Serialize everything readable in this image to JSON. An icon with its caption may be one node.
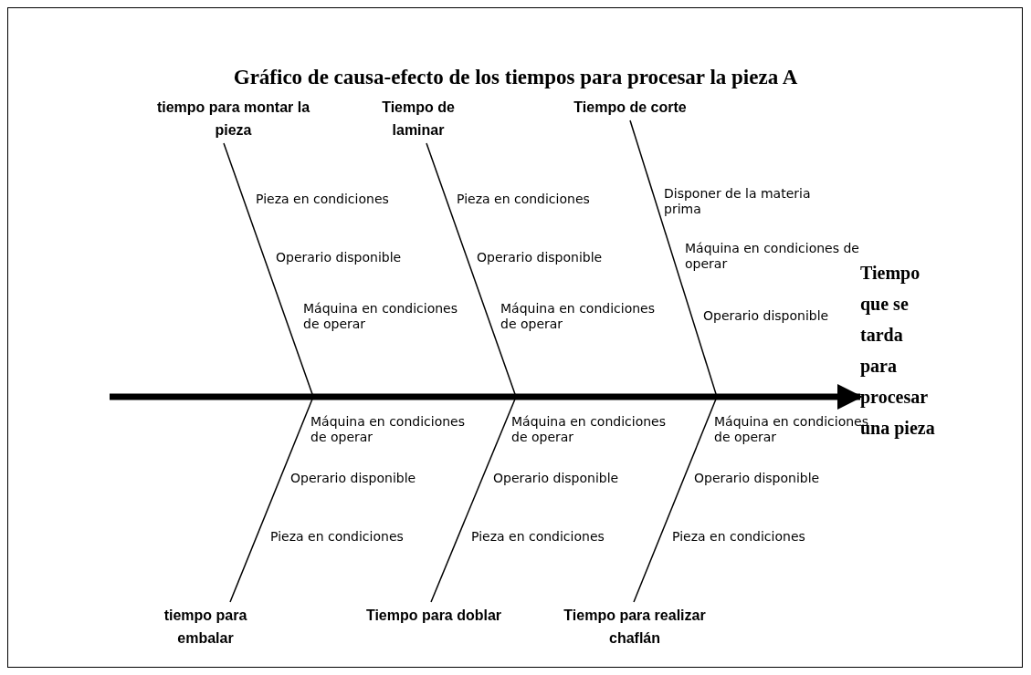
{
  "diagram": {
    "title": "Gráfico de causa-efecto de los tiempos para procesar la pieza A",
    "nodes": [
      {
        "text": [
          "tiempo para montar la pieza"
        ]
      },
      {
        "text": [
          "Tiempo de laminar"
        ]
      },
      {
        "text": [
          "Tiempo de corte"
        ]
      },
      {
        "text": [
          "Tiempo que se tarda para procesar una pieza"
        ]
      },
      {
        "text": [
          "tiempo para embalar"
        ]
      },
      {
        "text": [
          "Tiempo para doblar"
        ]
      },
      {
        "text": [
          "Tiempo para realizar chaflán"
        ]
      }
    ],
    "edges": [
      {
        "from": null,
        "to": 3,
        "arrow": "to",
        "style": "thick"
      },
      {
        "from": 0,
        "to": null,
        "arrow": "none"
      },
      {
        "from": 1,
        "to": null,
        "arrow": "none"
      },
      {
        "from": 2,
        "to": null,
        "arrow": "none"
      },
      {
        "from": 4,
        "to": null,
        "arrow": "none"
      },
      {
        "from": 5,
        "to": null,
        "arrow": "none"
      },
      {
        "from": 6,
        "to": null,
        "arrow": "none"
      }
    ],
    "labels": [
      "Pieza en condiciones",
      "Pieza en condiciones",
      "Disponer de la materia prima",
      "Máquina en condiciones de operar",
      "Operario disponible",
      "Operario disponible",
      "Operario disponible",
      "Máquina en condiciones de operar",
      "Máquina en condiciones de operar",
      "Máquina en condiciones de operar",
      "Máquina en condiciones de operar",
      "Máquina en condiciones de operar",
      "Operario disponible",
      "Operario disponible",
      "Operario disponible",
      "Pieza en condiciones",
      "Pieza en condiciones",
      "Pieza en condiciones"
    ]
  }
}
